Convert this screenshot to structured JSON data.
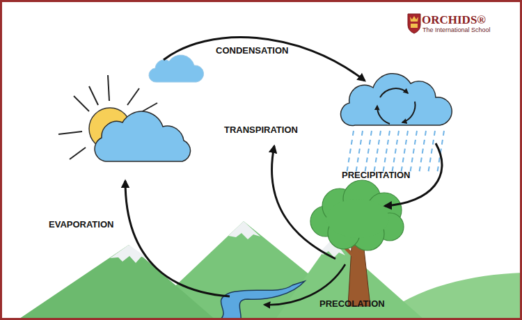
{
  "diagram": {
    "labels": [
      "ORCHIDS®",
      "The International School",
      "CONDENSATION",
      "TRANSPIRATION",
      "PRECIPITATION",
      "EVAPORATION",
      "PRECOLATION"
    ]
  }
}
